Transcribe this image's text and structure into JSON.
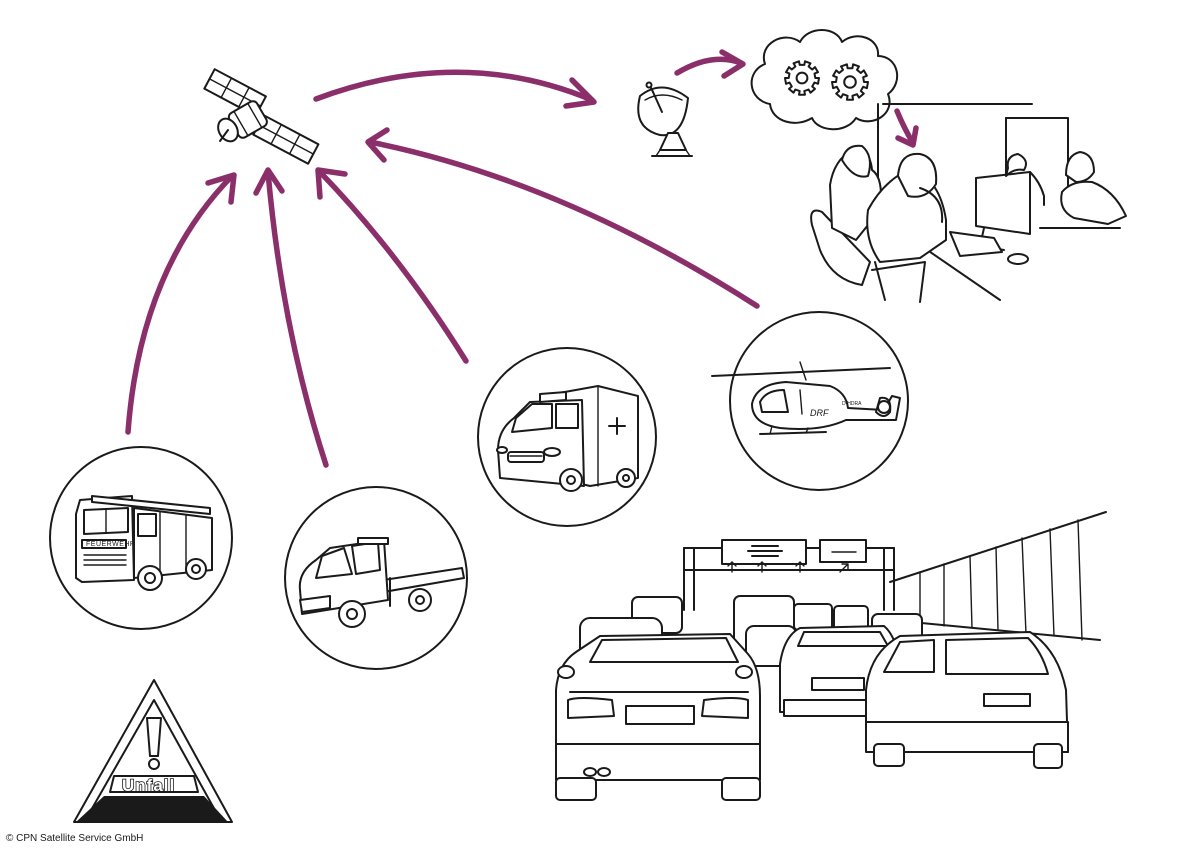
{
  "colors": {
    "arrow": "#8b2f6b",
    "ink": "#1a1a1a",
    "background": "#ffffff"
  },
  "icons": [
    "satellite-icon",
    "satellite-dish-icon",
    "cloud-gears-icon",
    "control-center-icon",
    "fire-truck-icon",
    "tow-truck-icon",
    "ambulance-icon",
    "helicopter-icon",
    "traffic-jam-icon",
    "warning-triangle-icon"
  ],
  "labels": {
    "fire_truck": "FEUERWEHR",
    "helicopter_mark": "DRF",
    "helicopter_reg": "D-HDRA",
    "warning": "Unfall"
  },
  "copyright": "© CPN Satellite Service GmbH"
}
